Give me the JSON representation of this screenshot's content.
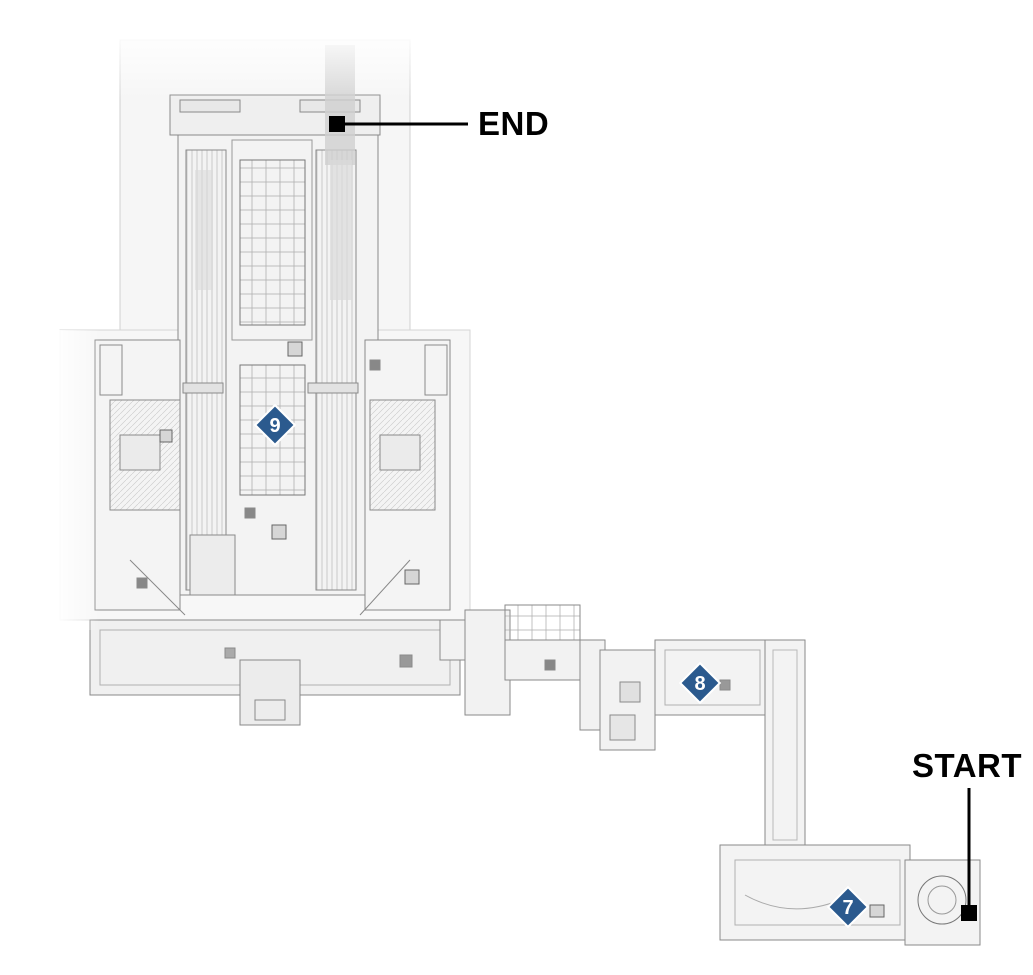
{
  "labels": {
    "end": "END",
    "start": "START"
  },
  "markers": [
    {
      "id": "9",
      "text": "9"
    },
    {
      "id": "8",
      "text": "8"
    },
    {
      "id": "7",
      "text": "7"
    }
  ],
  "colors": {
    "marker_fill": "#2b5a8e",
    "marker_text": "#ffffff",
    "linework": "#8a8a8a",
    "label": "#000000"
  },
  "icons": {
    "end_point": "square-marker",
    "start_point": "square-marker",
    "waypoint": "diamond-marker"
  }
}
